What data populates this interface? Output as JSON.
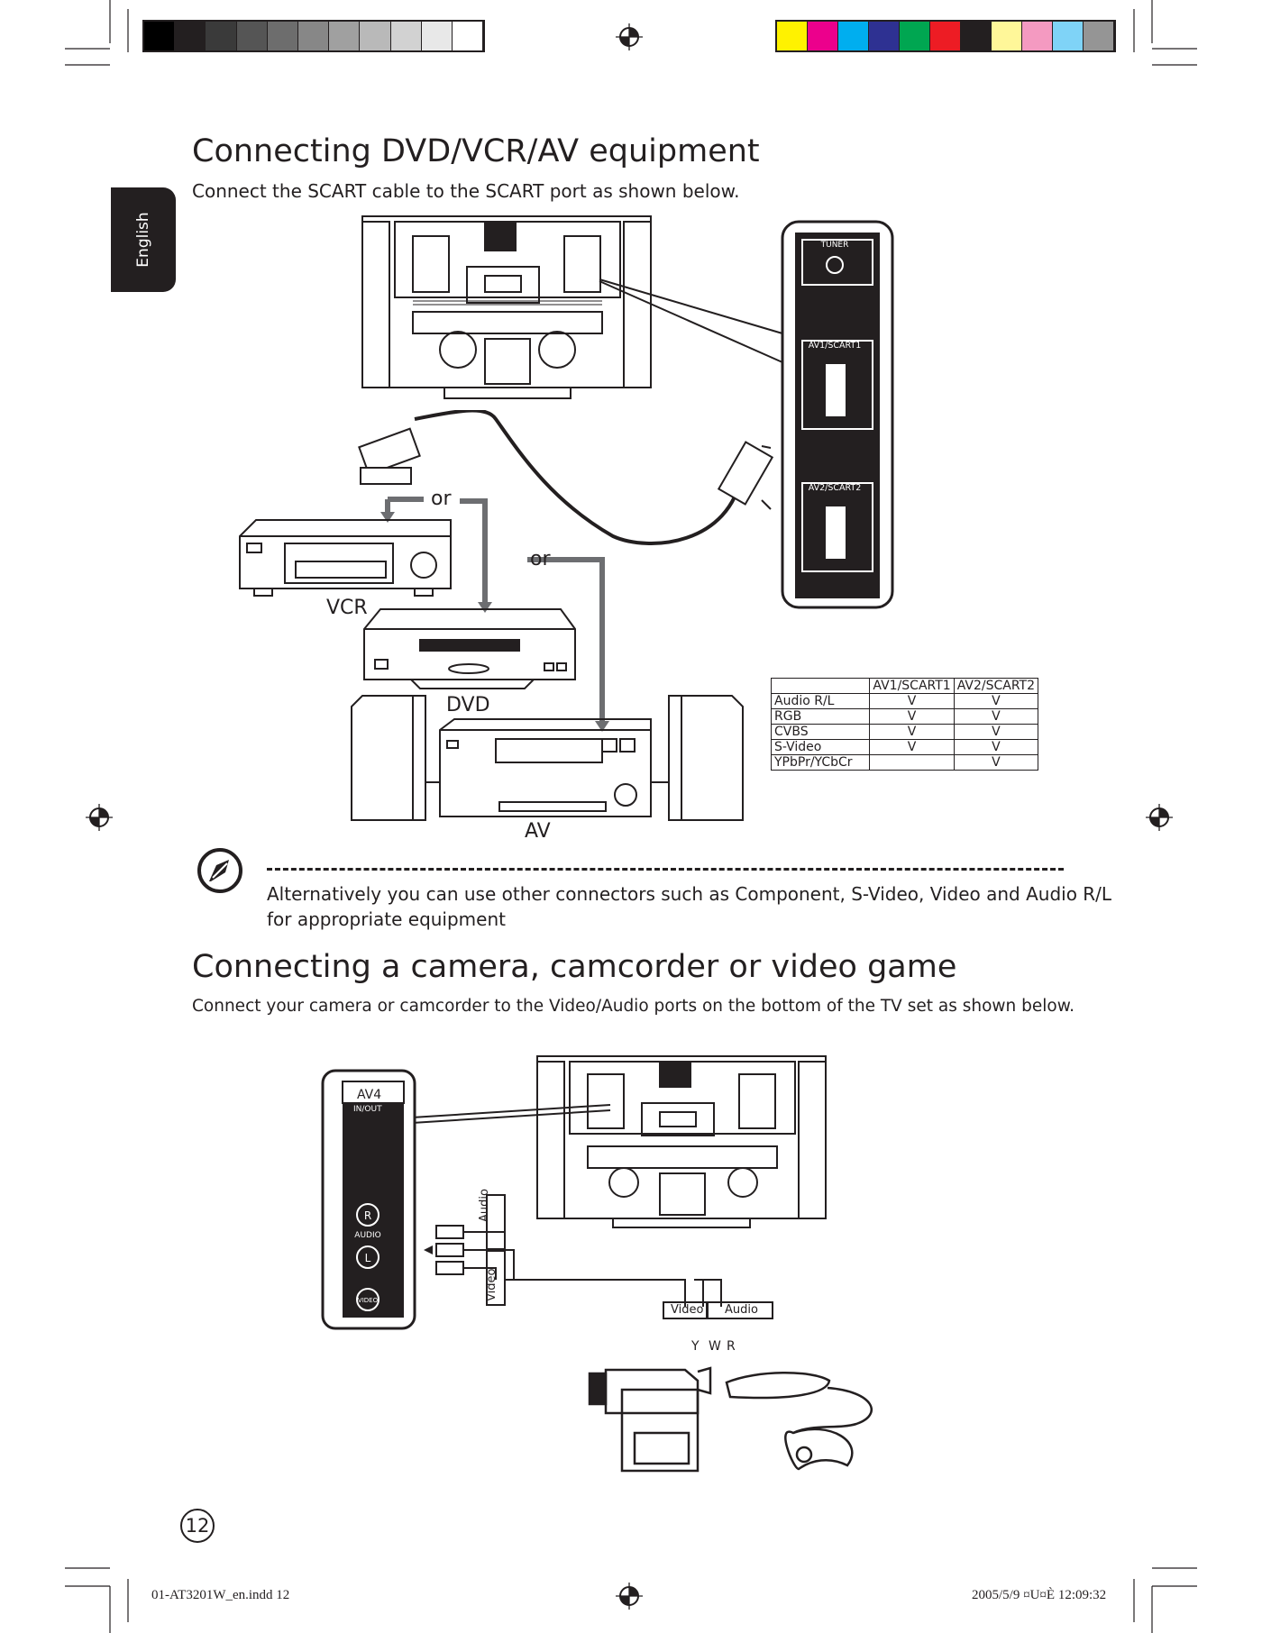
{
  "sidebar_tab": {
    "label": "English"
  },
  "section1": {
    "title": "Connecting DVD/VCR/AV equipment",
    "lead": "Connect the SCART cable to the SCART port as shown below.",
    "panel_labels": {
      "tuner": "TUNER",
      "scart1": "AV1/SCART1",
      "scart2": "AV2/SCART2"
    },
    "device_labels": {
      "vcr": "VCR",
      "dvd": "DVD",
      "av": "AV"
    },
    "or_labels": [
      "or",
      "or"
    ]
  },
  "signal_table": {
    "headers": [
      "",
      "AV1/SCART1",
      "AV2/SCART2"
    ],
    "rows": [
      [
        "Audio R/L",
        "V",
        "V"
      ],
      [
        "RGB",
        "V",
        "V"
      ],
      [
        "CVBS",
        "V",
        "V"
      ],
      [
        "S-Video",
        "V",
        "V"
      ],
      [
        "YPbPr/YCbCr",
        "",
        "V"
      ]
    ]
  },
  "note": {
    "text": "Alternatively you can use other connectors such as Component, S-Video, Video and Audio R/L for appropriate equipment"
  },
  "section2": {
    "title": "Connecting a camera, camcorder or video game",
    "lead": "Connect your camera or camcorder to the Video/Audio ports on the bottom of the TV set as shown below.",
    "panel_labels": {
      "av4": "AV4",
      "inout": "IN/OUT",
      "r": "R",
      "audio": "AUDIO",
      "l": "L",
      "video": "VIDEO"
    },
    "cable_labels": {
      "audio": "Audio",
      "video": "Video",
      "y": "Y",
      "w": "W",
      "r": "R"
    }
  },
  "page_number": "12",
  "footer": {
    "file": "01-AT3201W_en.indd   12",
    "date": "2005/5/9   ¤U¤È 12:09:32"
  },
  "colors": {
    "grey_bar": [
      "#000000",
      "#231f20",
      "#3a3a3a",
      "#555555",
      "#6d6d6d",
      "#878787",
      "#a0a0a0",
      "#b9b9b9",
      "#d2d2d2",
      "#e8e8e8",
      "#ffffff"
    ],
    "color_bar": [
      "#fff200",
      "#ec008c",
      "#00aeef",
      "#2e3192",
      "#00a651",
      "#ed1c24",
      "#231f20",
      "#fff799",
      "#f49ac1",
      "#7fd3f7",
      "#959595"
    ]
  }
}
